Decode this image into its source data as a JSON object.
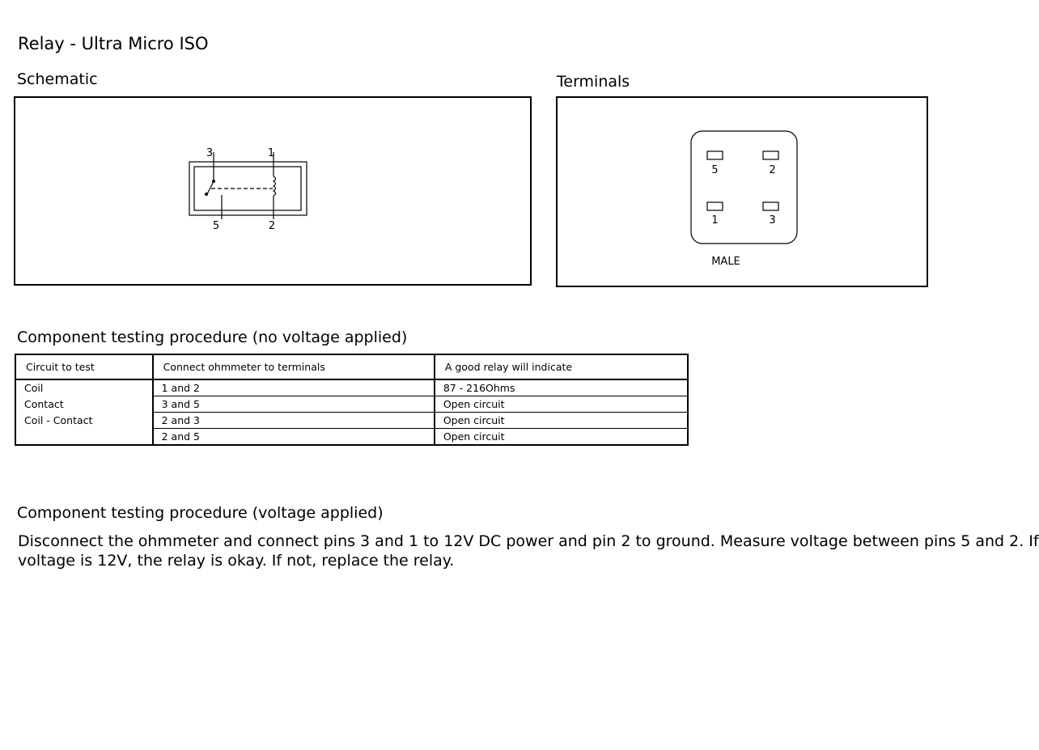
{
  "page": {
    "title": "Relay - Ultra Micro ISO"
  },
  "schematic": {
    "heading": "Schematic",
    "pins": {
      "top_left": "3",
      "top_right": "1",
      "bottom_left": "5",
      "bottom_right": "2"
    }
  },
  "terminals": {
    "heading": "Terminals",
    "pins": {
      "top_left": "5",
      "top_right": "2",
      "bottom_left": "1",
      "bottom_right": "3"
    },
    "connector_label": "MALE"
  },
  "no_voltage": {
    "heading": "Component testing procedure (no voltage applied)",
    "columns": [
      "Circuit to test",
      "Connect ohmmeter to terminals",
      "A good relay will indicate"
    ],
    "rows": [
      [
        "Coil",
        "1 and 2",
        "87 - 216Ohms"
      ],
      [
        "Contact",
        "3 and 5",
        "Open circuit"
      ],
      [
        "Coil - Contact",
        "2 and 3",
        "Open circuit"
      ],
      [
        "",
        "2 and 5",
        "Open circuit"
      ]
    ]
  },
  "voltage": {
    "heading": "Component testing procedure (voltage applied)",
    "line1": "Disconnect the ohmmeter and connect pins 3 and 1 to 12V DC power and pin 2 to ground. Measure voltage between pins 5 and 2. If",
    "line2": "voltage is 12V, the relay is okay. If not, replace the relay."
  }
}
